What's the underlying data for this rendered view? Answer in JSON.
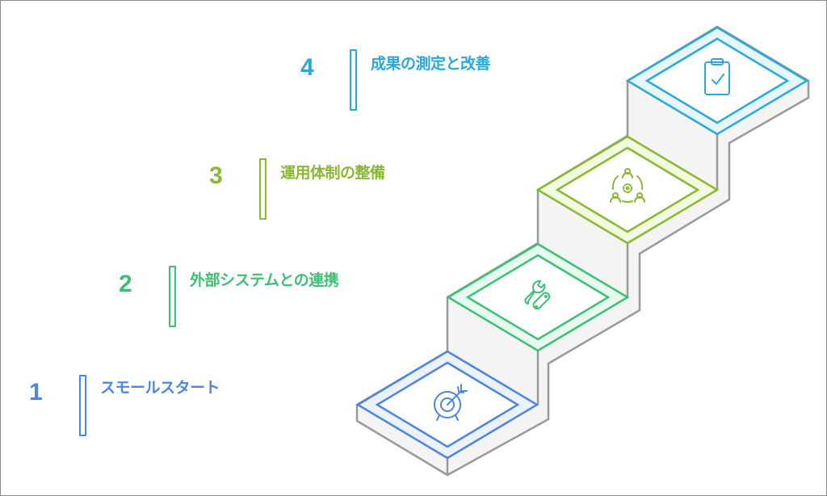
{
  "steps": [
    {
      "number": "1",
      "label": "スモールスタート",
      "icon": "target-arrow-icon",
      "color": "#4d86e0",
      "fill": "#ebf2fe"
    },
    {
      "number": "2",
      "label": "外部システムとの連携",
      "icon": "tools-icon",
      "color": "#3dbf74",
      "fill": "#e6faf0"
    },
    {
      "number": "3",
      "label": "運用体制の整備",
      "icon": "team-gear-icon",
      "color": "#8ab832",
      "fill": "#f2fbe0"
    },
    {
      "number": "4",
      "label": "成果の測定と改善",
      "icon": "clipboard-check-icon",
      "color": "#2aa8d8",
      "fill": "#e5f6fd"
    }
  ]
}
